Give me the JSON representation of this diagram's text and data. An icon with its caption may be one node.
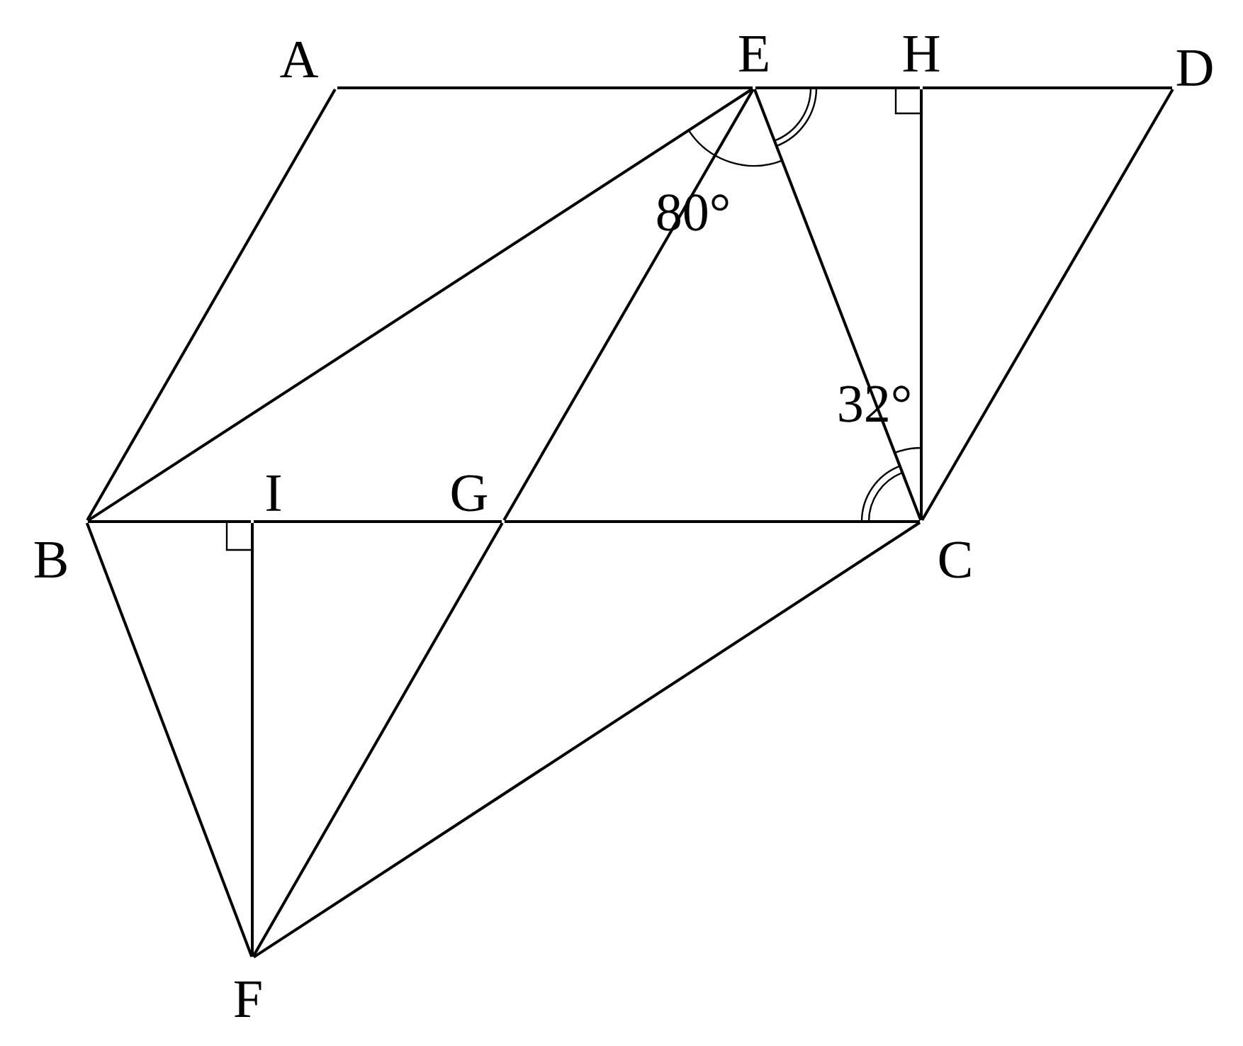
{
  "diagram": {
    "nodes": [
      {
        "text": [
          "A"
        ]
      },
      {
        "text": [
          "E"
        ]
      },
      {
        "text": [
          "H"
        ]
      },
      {
        "text": [
          "D"
        ]
      },
      {
        "text": [
          "B"
        ]
      },
      {
        "text": [
          "I"
        ]
      },
      {
        "text": [
          "G"
        ]
      },
      {
        "text": [
          "C"
        ]
      },
      {
        "text": [
          "F"
        ]
      }
    ],
    "edges": [
      {
        "from": 0,
        "to": 1,
        "arrow": "none"
      },
      {
        "from": 1,
        "to": 2,
        "arrow": "none"
      },
      {
        "from": 2,
        "to": 3,
        "arrow": "none"
      },
      {
        "from": 0,
        "to": 4,
        "arrow": "none"
      },
      {
        "from": 4,
        "to": 1,
        "arrow": "none"
      },
      {
        "from": 1,
        "to": 7,
        "arrow": "none"
      },
      {
        "from": 1,
        "to": 6,
        "arrow": "none"
      },
      {
        "from": 6,
        "to": 8,
        "arrow": "none"
      },
      {
        "from": 2,
        "to": 7,
        "arrow": "none"
      },
      {
        "from": 3,
        "to": 7,
        "arrow": "none"
      },
      {
        "from": 4,
        "to": 5,
        "arrow": "none"
      },
      {
        "from": 5,
        "to": 6,
        "arrow": "none"
      },
      {
        "from": 6,
        "to": 7,
        "arrow": "none"
      },
      {
        "from": 4,
        "to": 8,
        "arrow": "none"
      },
      {
        "from": 8,
        "to": 7,
        "arrow": "none"
      },
      {
        "from": 5,
        "to": 8,
        "arrow": "none"
      }
    ],
    "labels": [
      "80°",
      "32°"
    ]
  }
}
